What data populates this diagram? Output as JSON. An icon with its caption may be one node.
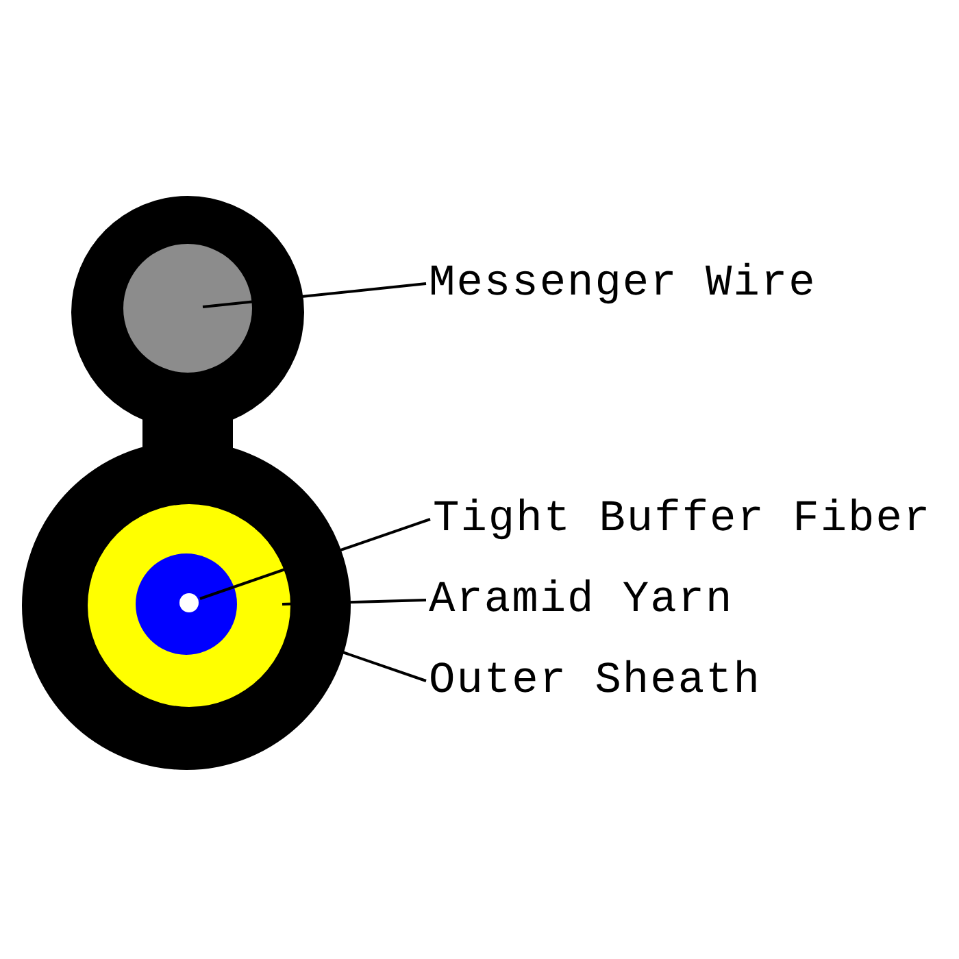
{
  "diagram": {
    "nodes": [
      {
        "text": [],
        "shape": "circle"
      },
      {
        "text": [],
        "shape": "circle",
        "in": 0
      },
      {
        "text": [],
        "shape": "circle",
        "in": 0
      },
      {
        "text": [],
        "shape": "circle",
        "in": 2
      },
      {
        "text": [
          "Messenger Wire"
        ]
      },
      {
        "text": [
          "Tight Buffer Fiber"
        ]
      },
      {
        "text": [
          "Aramid Yarn"
        ]
      },
      {
        "text": [
          "Outer Sheath"
        ]
      }
    ],
    "edges": [
      {
        "from": 4,
        "to": 1,
        "arrow": "none"
      },
      {
        "from": 5,
        "to": 3,
        "arrow": "none"
      },
      {
        "from": 6,
        "to": 2,
        "arrow": "none"
      },
      {
        "from": 7,
        "to": 0,
        "arrow": "none"
      }
    ]
  }
}
